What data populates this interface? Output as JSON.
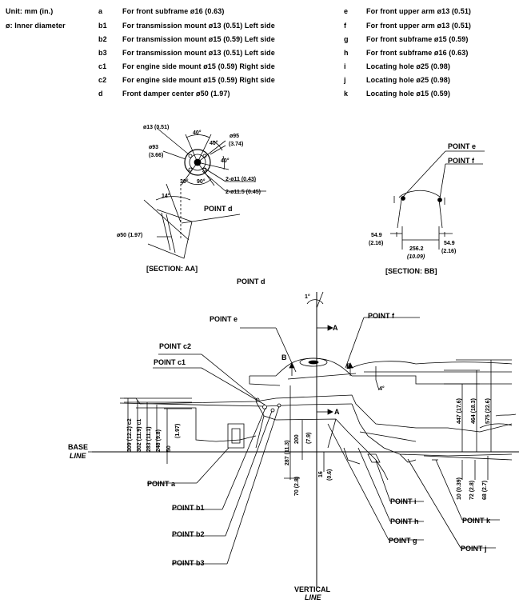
{
  "header": {
    "unit_label": "Unit: mm (in.)",
    "diameter_label": "ø: Inner diameter"
  },
  "legend_left": [
    {
      "key": "a",
      "desc": "For front subframe ø16 (0.63)"
    },
    {
      "key": "b1",
      "desc": "For transmission mount ø13 (0.51) Left side"
    },
    {
      "key": "b2",
      "desc": "For transmission mount ø15 (0.59) Left side"
    },
    {
      "key": "b3",
      "desc": "For transmission mount ø13 (0.51) Left side"
    },
    {
      "key": "c1",
      "desc": "For engine side mount ø15 (0.59) Right side"
    },
    {
      "key": "c2",
      "desc": "For engine side mount ø15 (0.59) Right side"
    },
    {
      "key": "d",
      "desc": "Front damper center ø50 (1.97)"
    }
  ],
  "legend_right": [
    {
      "key": "e",
      "desc": "For front upper arm ø13 (0.51)"
    },
    {
      "key": "f",
      "desc": "For front upper arm ø13 (0.51)"
    },
    {
      "key": "g",
      "desc": "For front subframe ø15 (0.59)"
    },
    {
      "key": "h",
      "desc": "For front subframe ø16 (0.63)"
    },
    {
      "key": "i",
      "desc": "Locating hole ø25 (0.98)"
    },
    {
      "key": "j",
      "desc": "Locating hole ø25 (0.98)"
    },
    {
      "key": "k",
      "desc": "Locating hole ø15 (0.59)"
    }
  ],
  "section_aa": {
    "caption": "[SECTION: AA]",
    "d_13": "ø13 (0.51)",
    "a40_1": "40°",
    "a40_2": "40°",
    "a40_3": "40°",
    "d_95_1": "ø95",
    "d_95_2": "(3.74)",
    "d_93_1": "ø93",
    "d_93_2": "(3.66)",
    "a30": "30°",
    "a90": "90°",
    "d_11": "2-ø11 (0.43)",
    "d_11_5": "2-ø11.5 (0.45)",
    "a14": "14°",
    "point_d": "POINT d",
    "d_50": "ø50 (1.97)"
  },
  "section_bb": {
    "caption": "[SECTION: BB]",
    "point_e": "POINT e",
    "point_f": "POINT f",
    "dim_l_1": "54.9",
    "dim_l_2": "(2.16)",
    "dim_c_1": "256.2",
    "dim_c_2": "(10.09)",
    "dim_r_1": "54.9",
    "dim_r_2": "(2.16)"
  },
  "main": {
    "point_d": "POINT d",
    "angle_1": "1°",
    "point_e": "POINT e",
    "point_f": "POINT f",
    "section_a_top": "A",
    "section_a_bottom": "A",
    "section_b_left": "B",
    "section_b_right": "B",
    "angle_4": "4°",
    "point_c2": "POINT c2",
    "point_c1": "POINT c1",
    "base_line_1": "BASE",
    "base_line_2": "LINE",
    "vertical_line_1": "VERTICAL",
    "vertical_line_2": "LINE",
    "point_a": "POINT a",
    "point_b1": "POINT b1",
    "point_b2": "POINT b2",
    "point_b3": "POINT b3",
    "point_i": "POINT i",
    "point_h": "POINT h",
    "point_g": "POINT g",
    "point_k": "POINT k",
    "point_j": "POINT j",
    "dim_309": "309 (12.2) c2",
    "dim_302": "302 (11.9) c1",
    "dim_283": "283 (11.1)",
    "dim_248": "248 (9.8)",
    "dim_50": "50",
    "dim_50_in": "(1.97)",
    "dim_287": "287 (11.3)",
    "dim_200": "200",
    "dim_200_in": "(7.9)",
    "dim_70": "70 (2.8)",
    "dim_16": "16",
    "dim_16_in": "(0.6)",
    "dim_447": "447 (17.6)",
    "dim_464": "464 (18.3)",
    "dim_575": "575 (22.6)",
    "dim_10": "10 (0.39)",
    "dim_72": "72 (2.8)",
    "dim_68": "68 (2.7)"
  }
}
